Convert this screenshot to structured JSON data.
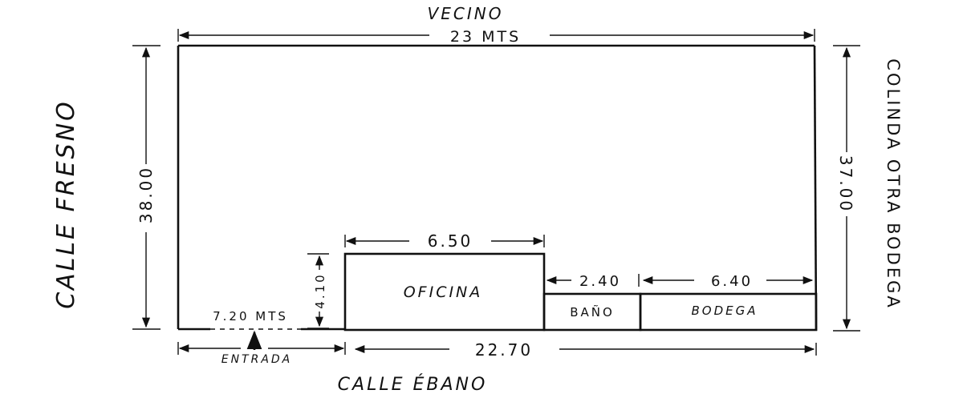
{
  "plan": {
    "neighbor_top": "VECINO",
    "width_top": "23 MTS",
    "street_left": "CALLE FRESNO",
    "height_left": "38.00",
    "height_right": "37.00",
    "neighbor_right": "COLINDA OTRA BODEGA",
    "street_bottom": "CALLE ÉBANO",
    "width_bottom": "22.70",
    "entrance_label": "ENTRADA",
    "entrance_width": "7.20 MTS",
    "office_width": "6.50",
    "office_height": "4.10",
    "office_label": "OFICINA",
    "bath_width": "2.40",
    "bath_label": "BAÑO",
    "storage_width": "6.40",
    "storage_label": "BODEGA"
  },
  "colors": {
    "ink": "#111111",
    "paper": "#ffffff"
  }
}
